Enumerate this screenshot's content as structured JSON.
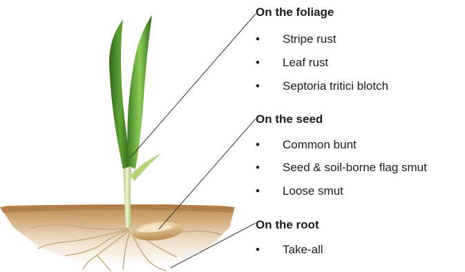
{
  "sections": [
    {
      "title": "On the foliage",
      "items": [
        "Stripe rust",
        "Leaf rust",
        "Septoria tritici blotch"
      ]
    },
    {
      "title": "On the seed",
      "items": [
        "Common bunt",
        "Seed & soil-borne flag smut",
        "Loose smut"
      ]
    },
    {
      "title": "On the root",
      "items": [
        "Take-all"
      ]
    }
  ],
  "bullet_glyph": "•",
  "colors": {
    "soil_top": "#b9884f",
    "soil_bottom": "#e9d3b4",
    "leaf_dark": "#2f6a1a",
    "leaf_light": "#7fc24a",
    "stem": "#d7e3a8",
    "seed": "#d9b07a",
    "root": "#c8b08a",
    "leader_line": "#333333"
  }
}
